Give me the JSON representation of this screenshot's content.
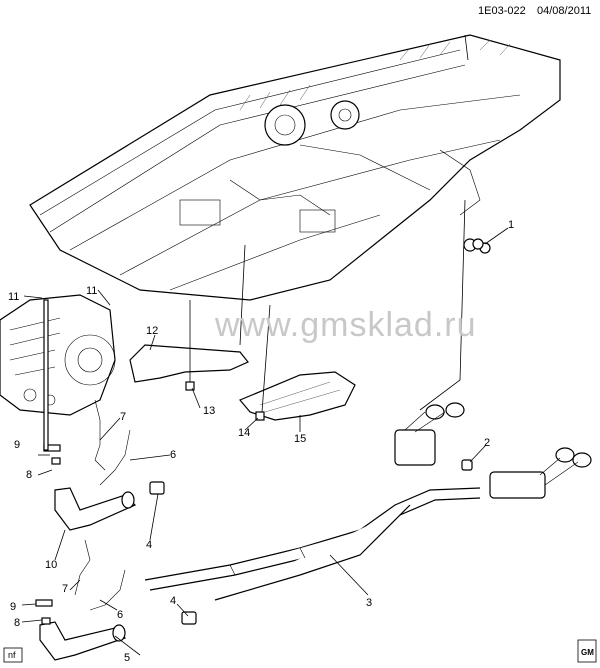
{
  "header": {
    "code": "1E03-022",
    "date": "04/08/2011"
  },
  "watermark": "www.gmsklad.ru",
  "footer_badge": "nf",
  "logo_label": "GM",
  "callouts": {
    "c1": "1",
    "c2": "2",
    "c3": "3",
    "c4a": "4",
    "c4b": "4",
    "c5": "5",
    "c6a": "6",
    "c6b": "6",
    "c7a": "7",
    "c7b": "7",
    "c8a": "8",
    "c8b": "8",
    "c9a": "9",
    "c9b": "9",
    "c10": "10",
    "c11a": "11",
    "c11b": "11",
    "c12": "12",
    "c13": "13",
    "c14": "14",
    "c15": "15"
  }
}
